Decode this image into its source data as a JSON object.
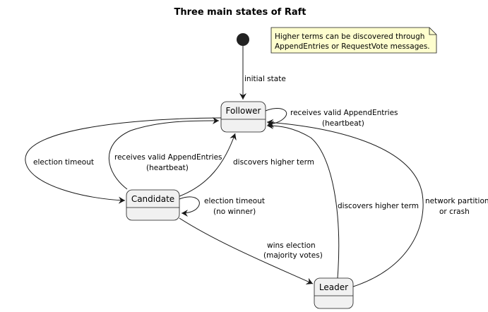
{
  "title": "Three main states of Raft",
  "note": {
    "lines": [
      "Higher terms can be discovered through",
      "AppendEntries or RequestVote messages."
    ]
  },
  "states": {
    "follower": "Follower",
    "candidate": "Candidate",
    "leader": "Leader"
  },
  "transitions": {
    "initial": [
      "initial state"
    ],
    "follower_self": [
      "receives valid AppendEntries",
      "(heartbeat)"
    ],
    "follower_to_candidate": [
      "election timeout"
    ],
    "candidate_to_follower_heartbeat": [
      "receives valid AppendEntries",
      "(heartbeat)"
    ],
    "candidate_to_follower_term": [
      "discovers higher term"
    ],
    "candidate_self": [
      "election timeout",
      "(no winner)"
    ],
    "candidate_to_leader": [
      "wins election",
      "(majority votes)"
    ],
    "leader_to_follower_term": [
      "discovers higher term"
    ],
    "leader_to_follower_partition": [
      "network partition",
      "or crash"
    ]
  },
  "colors": {
    "state_fill": "#f1f1f1",
    "note_fill": "#fefece",
    "stroke": "#181818"
  }
}
